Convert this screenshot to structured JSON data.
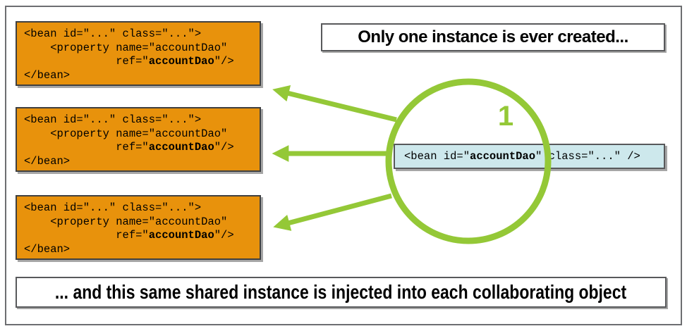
{
  "diagram": {
    "top_caption": "Only one instance is ever created...",
    "bottom_caption": "... and this same shared instance is injected into each collaborating object",
    "instance_count_label": "1",
    "collaborator_code": {
      "line1": "<bean id=\"...\" class=\"...\">",
      "line2": "    <property name=\"accountDao\"",
      "line3_pre": "              ref=\"",
      "line3_bold": "accountDao",
      "line3_post": "\"/>",
      "line4": "</bean>"
    },
    "singleton_code": {
      "pre": "<bean id=\"",
      "bold": "accountDao",
      "post": "\" class=\"...\" />"
    },
    "colors": {
      "collaborator_box_fill": "#E8920C",
      "collaborator_box_border": "#404040",
      "singleton_box_fill": "#CDE8EC",
      "accent_green": "#94C837",
      "caption_box_border": "#58595B",
      "code_text": "#000000",
      "shadow_gray": "#A6A6A6"
    }
  }
}
